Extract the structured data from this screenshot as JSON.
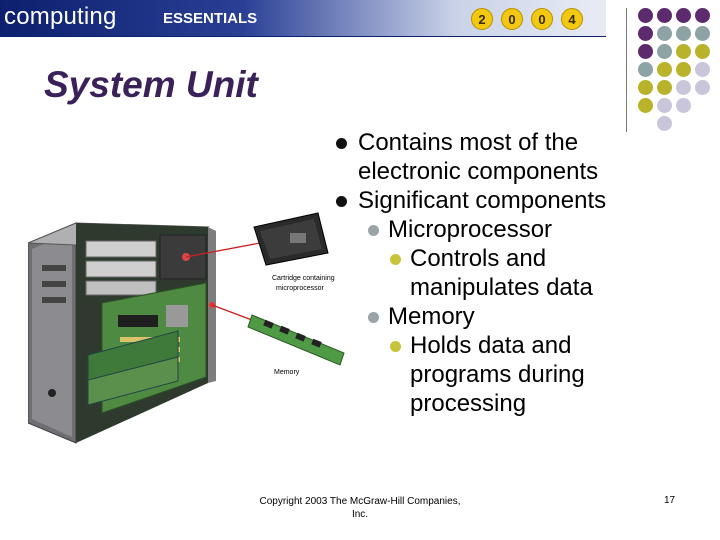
{
  "header": {
    "brand": "computing",
    "subtitle": "ESSENTIALS",
    "year_digits": [
      "2",
      "0",
      "0",
      "4"
    ]
  },
  "slide": {
    "title": "System Unit",
    "bullets": [
      {
        "level": 1,
        "lines": [
          "Contains most of the",
          "electronic components"
        ]
      },
      {
        "level": 1,
        "lines": [
          "Significant components"
        ]
      },
      {
        "level": 2,
        "lines": [
          "Microprocessor"
        ]
      },
      {
        "level": 3,
        "lines": [
          "Controls and",
          "manipulates data"
        ]
      },
      {
        "level": 2,
        "lines": [
          "Memory"
        ]
      },
      {
        "level": 3,
        "lines": [
          "Holds data and",
          "programs during",
          "processing"
        ]
      }
    ]
  },
  "illustration": {
    "label_cartridge": [
      "Cartridge containing",
      "microprocessor"
    ],
    "label_memory": "Memory"
  },
  "footer": {
    "copyright_line1": "Copyright 2003 The McGraw-Hill Companies,",
    "copyright_line2": "Inc.",
    "page_number": "17"
  },
  "colors": {
    "purple": "#5e2a6e",
    "teal": "#8ea3a6",
    "olive": "#b8b32a",
    "lilac": "#c9c6da",
    "title": "#3a215a",
    "banner": "#0d1f6e"
  }
}
